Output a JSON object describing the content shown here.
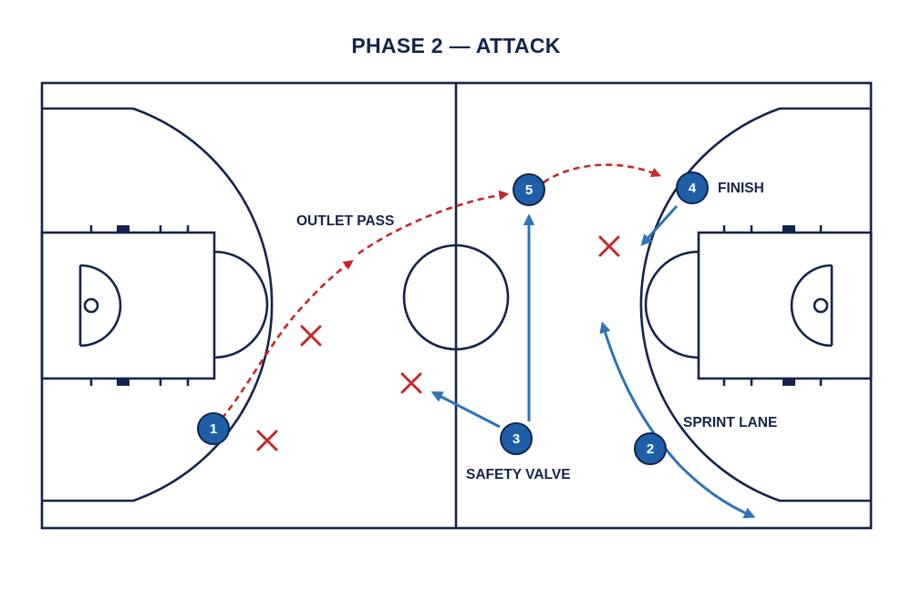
{
  "title": "PHASE 2 — ATTACK",
  "labels": {
    "outlet_pass": "OUTLET PASS",
    "finish": "FINISH",
    "sprint_lane": "SPRINT LANE",
    "safety_valve": "SAFETY VALVE"
  },
  "players": [
    "1",
    "2",
    "3",
    "4",
    "5"
  ],
  "colors": {
    "court_lines": "#14244d",
    "player_fill": "#1f5fa8",
    "offense_run": "#2f73b8",
    "pass_line": "#c62828",
    "defender": "#c62828"
  }
}
